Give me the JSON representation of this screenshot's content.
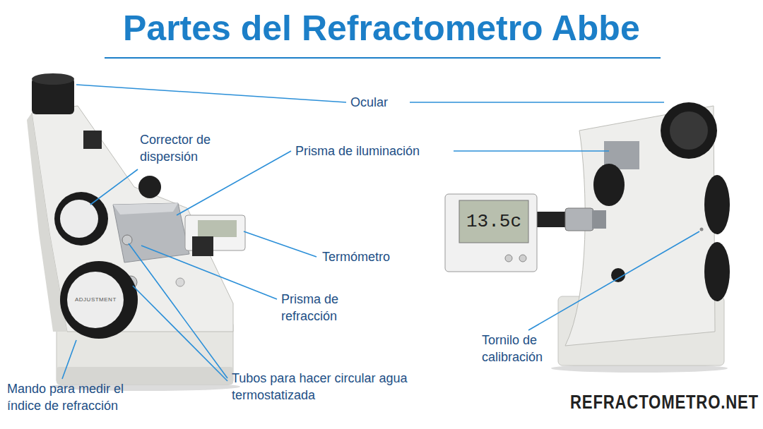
{
  "diagram": {
    "title": "Partes del Refractometro Abbe",
    "labels": [
      "Ocular",
      "Corrector de dispersión",
      "Prisma de iluminación",
      "Termómetro",
      "Prisma de refracción",
      "Tubos para hacer circular agua termostatizada",
      "Mando para medir el índice de refracción",
      "Tornilo de calibración",
      "REFRACTOMETRO.NET",
      "13.5c",
      "ADJUSTMENT"
    ]
  }
}
